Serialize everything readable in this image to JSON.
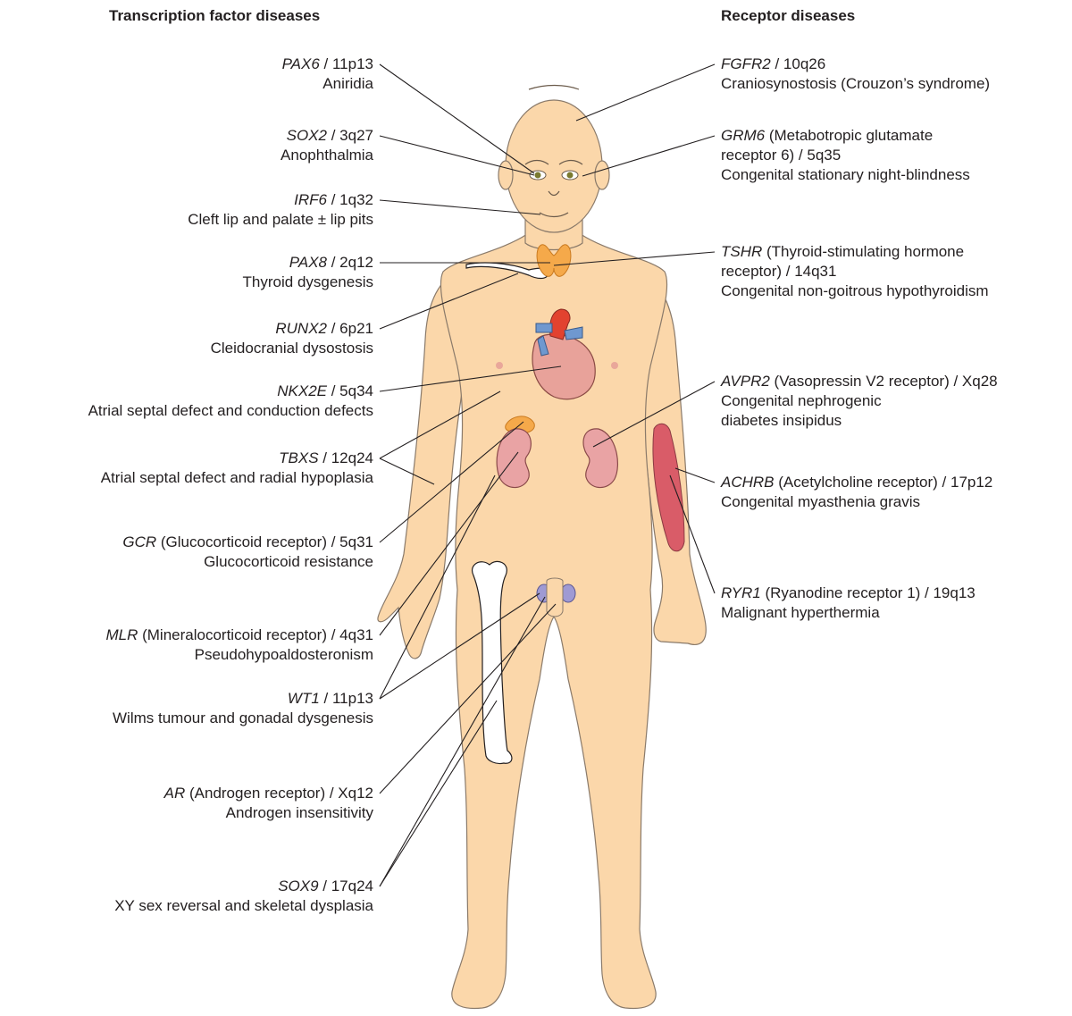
{
  "headings": {
    "left": "Transcription factor diseases",
    "right": "Receptor diseases"
  },
  "colors": {
    "skin": "#fbd7aa",
    "skin_outline": "#8a7a6a",
    "heart": "#e8a29a",
    "aorta": "#e2422f",
    "vessels": "#6f98cf",
    "kidney": "#e9a3a4",
    "thyroid": "#f5a94a",
    "testis": "#9f9ad3",
    "muscle": "#d95c68",
    "bone": "#ffffff",
    "line": "#231f20"
  },
  "left_labels": [
    {
      "gene": "PAX6",
      "detail": " / 11p13",
      "line2": "Aniridia"
    },
    {
      "gene": "SOX2",
      "detail": " / 3q27",
      "line2": "Anophthalmia"
    },
    {
      "gene": "IRF6",
      "detail": " / 1q32",
      "line2": "Cleft lip and palate ± lip pits"
    },
    {
      "gene": "PAX8",
      "detail": " / 2q12",
      "line2": "Thyroid dysgenesis"
    },
    {
      "gene": "RUNX2",
      "detail": " / 6p21",
      "line2": "Cleidocranial dysostosis"
    },
    {
      "gene": "NKX2E",
      "detail": " / 5q34",
      "line2": "Atrial septal defect and conduction defects"
    },
    {
      "gene": "TBXS",
      "detail": " / 12q24",
      "line2": "Atrial septal defect and radial hypoplasia"
    },
    {
      "gene": "GCR",
      "detail": " (Glucocorticoid receptor) / 5q31",
      "line2": "Glucocorticoid resistance"
    },
    {
      "gene": "MLR",
      "detail": " (Mineralocorticoid receptor) / 4q31",
      "line2": "Pseudohypoaldosteronism"
    },
    {
      "gene": "WT1",
      "detail": " / 11p13",
      "line2": "Wilms tumour and gonadal dysgenesis"
    },
    {
      "gene": "AR",
      "detail": " (Androgen receptor) / Xq12",
      "line2": "Androgen insensitivity"
    },
    {
      "gene": "SOX9",
      "detail": " / 17q24",
      "line2": "XY sex reversal and skeletal dysplasia"
    }
  ],
  "right_labels": [
    {
      "gene": "FGFR2",
      "detail": " / 10q26",
      "line2": "Craniosynostosis (Crouzon’s syndrome)",
      "line3": ""
    },
    {
      "gene": "GRM6",
      "detail": " (Metabotropic glutamate",
      "line2": "receptor 6) / 5q35",
      "line3": "Congenital stationary night-blindness"
    },
    {
      "gene": "TSHR",
      "detail": " (Thyroid-stimulating hormone",
      "line2": "receptor) / 14q31",
      "line3": "Congenital non-goitrous hypothyroidism"
    },
    {
      "gene": "AVPR2",
      "detail": " (Vasopressin V2 receptor) / Xq28",
      "line2": "Congenital nephrogenic",
      "line3": "diabetes insipidus"
    },
    {
      "gene": "ACHRB",
      "detail": " (Acetylcholine receptor) / 17p12",
      "line2": "Congenital myasthenia gravis",
      "line3": ""
    },
    {
      "gene": "RYR1",
      "detail": " (Ryanodine receptor 1) / 19q13",
      "line2": "Malignant hyperthermia",
      "line3": ""
    }
  ]
}
